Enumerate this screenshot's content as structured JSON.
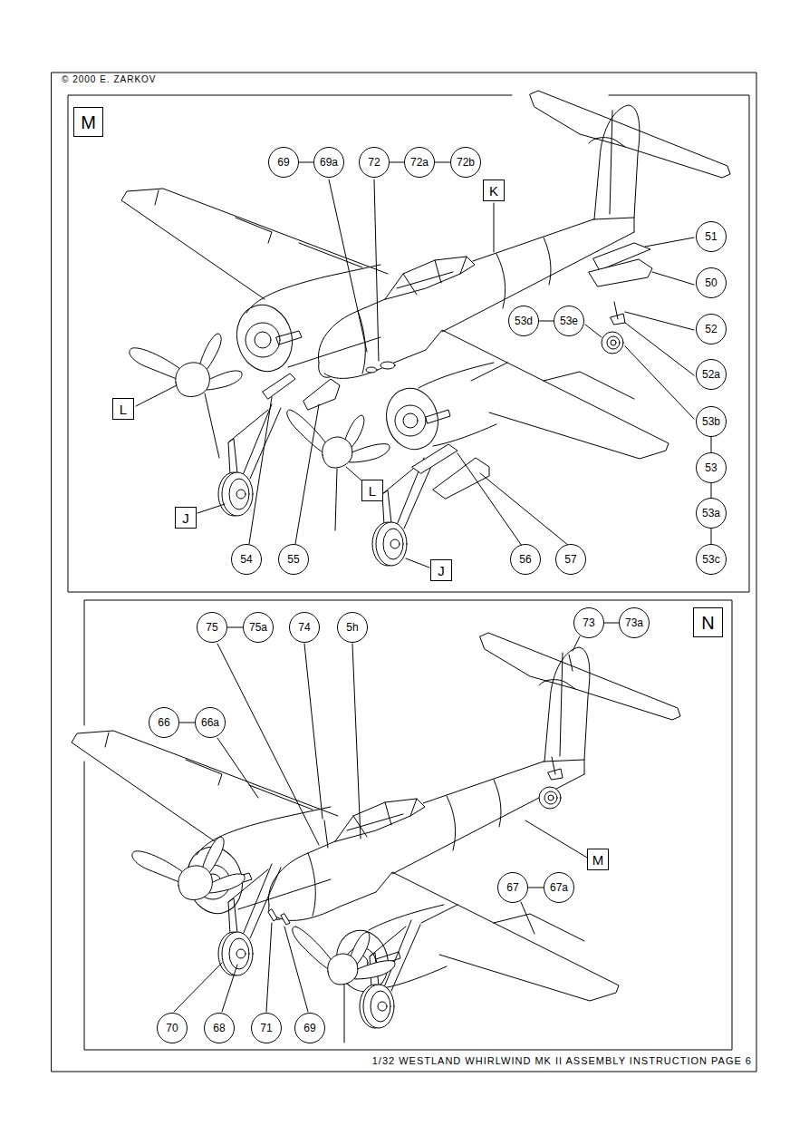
{
  "diagram": {
    "nodes": [
      {
        "text": [
          "M"
        ]
      },
      {
        "text": [
          "69"
        ],
        "in": 0
      },
      {
        "text": [
          "69a"
        ],
        "in": 0
      },
      {
        "text": [
          "72"
        ],
        "in": 0
      },
      {
        "text": [
          "72a"
        ],
        "in": 0
      },
      {
        "text": [
          "72b"
        ],
        "in": 0
      },
      {
        "text": [
          "K"
        ],
        "in": 0
      },
      {
        "text": [
          "51"
        ],
        "in": 0
      },
      {
        "text": [
          "50"
        ],
        "in": 0
      },
      {
        "text": [
          "53d"
        ],
        "in": 0
      },
      {
        "text": [
          "53e"
        ],
        "in": 0
      },
      {
        "text": [
          "52"
        ],
        "in": 0
      },
      {
        "text": [
          "52a"
        ],
        "in": 0
      },
      {
        "text": [
          "L"
        ],
        "in": 0
      },
      {
        "text": [
          "53b"
        ],
        "in": 0
      },
      {
        "text": [
          "53"
        ],
        "in": 0
      },
      {
        "text": [
          "L"
        ],
        "in": 0
      },
      {
        "text": [
          "53a"
        ],
        "in": 0
      },
      {
        "text": [
          "J"
        ],
        "in": 0
      },
      {
        "text": [
          "54"
        ],
        "in": 0
      },
      {
        "text": [
          "55"
        ],
        "in": 0
      },
      {
        "text": [
          "56"
        ],
        "in": 0
      },
      {
        "text": [
          "57"
        ],
        "in": 0
      },
      {
        "text": [
          "53c"
        ],
        "in": 0
      },
      {
        "text": [
          "J"
        ],
        "in": 0
      },
      {
        "text": [
          "N"
        ]
      },
      {
        "text": [
          "75"
        ],
        "in": 25
      },
      {
        "text": [
          "75a"
        ],
        "in": 25
      },
      {
        "text": [
          "74"
        ],
        "in": 25
      },
      {
        "text": [
          "5h"
        ],
        "in": 25
      },
      {
        "text": [
          "73"
        ],
        "in": 25
      },
      {
        "text": [
          "73a"
        ],
        "in": 25
      },
      {
        "text": [
          "66"
        ],
        "in": 25
      },
      {
        "text": [
          "66a"
        ],
        "in": 25
      },
      {
        "text": [
          "M"
        ],
        "in": 25
      },
      {
        "text": [
          "67"
        ],
        "in": 25
      },
      {
        "text": [
          "67a"
        ],
        "in": 25
      },
      {
        "text": [
          "70"
        ],
        "in": 25
      },
      {
        "text": [
          "68"
        ],
        "in": 25
      },
      {
        "text": [
          "71"
        ],
        "in": 25
      },
      {
        "text": [
          "69"
        ],
        "in": 25
      }
    ],
    "edges": [
      {
        "from": 1,
        "to": 2,
        "arrow": "none"
      },
      {
        "from": 3,
        "to": 4,
        "arrow": "none"
      },
      {
        "from": 4,
        "to": 5,
        "arrow": "none"
      },
      {
        "from": 9,
        "to": 10,
        "arrow": "none"
      },
      {
        "from": 14,
        "to": 15,
        "arrow": "none"
      },
      {
        "from": 15,
        "to": 17,
        "arrow": "none"
      },
      {
        "from": 17,
        "to": 23,
        "arrow": "none"
      },
      {
        "from": 26,
        "to": 27,
        "arrow": "none"
      },
      {
        "from": 30,
        "to": 31,
        "arrow": "none"
      },
      {
        "from": 32,
        "to": 33,
        "arrow": "none"
      },
      {
        "from": 35,
        "to": 36,
        "arrow": "none"
      }
    ],
    "labels": [
      "© 2000 E. ZARKOV",
      "1/32 WESTLAND WHIRLWIND MK II ASSEMBLY INSTRUCTION PAGE 6"
    ]
  }
}
